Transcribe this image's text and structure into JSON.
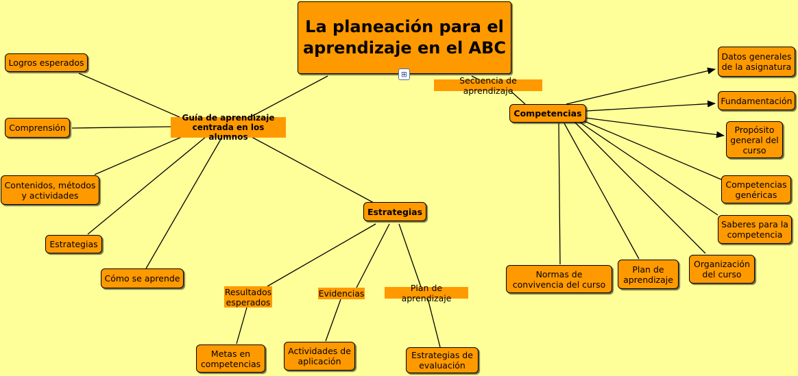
{
  "map": {
    "title": "La planeación para el aprendizaje en el ABC",
    "map_icon": "sitemap-icon",
    "nodes": {
      "guia": "Guía de aprendizaje centrada en los alumnos",
      "logros": "Logros esperados",
      "comprension": "Comprensión",
      "contenidos": "Contenidos, métodos y actividades",
      "estrategias_left": "Estrategias",
      "como_aprende": "Cómo se aprende",
      "estrategias": "Estrategias",
      "resultados": "Resultados esperados",
      "evidencias": "Evidencias",
      "plan_aprendizaje_label": "Plan de aprendizaje",
      "metas": "Metas en competencias",
      "actividades": "Actividades de aplicación",
      "estrategias_eval": "Estrategias de evaluación",
      "secuencia": "Secuencia de aprendizaje",
      "competencias": "Competencias",
      "datos_generales": "Datos generales de la asignatura",
      "fundamentacion": "Fundamentación",
      "proposito": "Propósito general del curso",
      "comp_genericas": "Competencias genéricas",
      "saberes": "Saberes para la competencia",
      "organizacion": "Organización del curso",
      "plan_aprendizaje": "Plan de aprendizaje",
      "normas": "Normas de convivencia del curso"
    }
  }
}
